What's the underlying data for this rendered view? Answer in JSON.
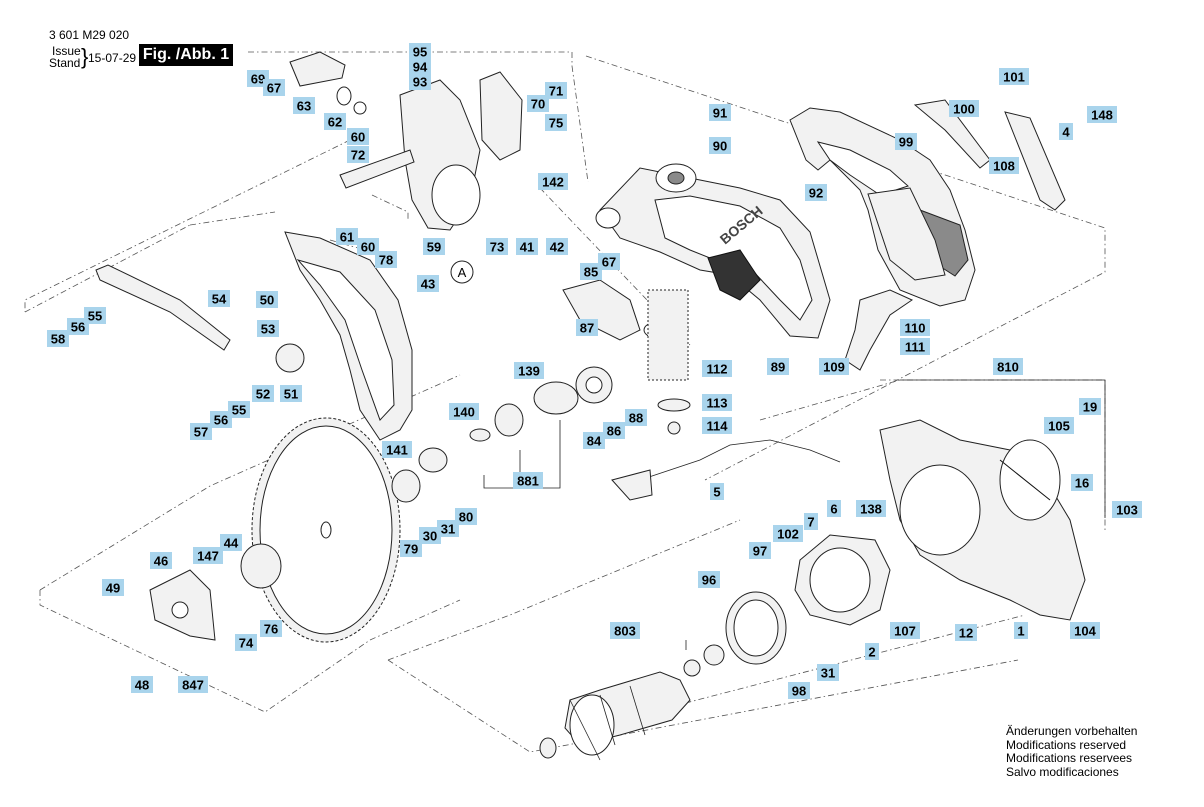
{
  "header": {
    "doc_number": "3 601 M29 020",
    "issue_label": "Issue",
    "stand_label": "Stand",
    "issue_date": "15-07-29",
    "figure_label": "Fig. /Abb. 1"
  },
  "footer": {
    "notes": [
      "Änderungen vorbehalten",
      "Modifications reserved",
      "Modifications reservees",
      "Salvo modificaciones"
    ]
  },
  "detail_marker": "A",
  "brand_text": "BOSCH",
  "part_labels": [
    "95",
    "94",
    "93",
    "69",
    "67",
    "63",
    "62",
    "60",
    "72",
    "70",
    "71",
    "75",
    "91",
    "90",
    "101",
    "100",
    "148",
    "99",
    "4",
    "108",
    "142",
    "61",
    "60",
    "78",
    "59",
    "73",
    "41",
    "42",
    "85",
    "67",
    "43",
    "92",
    "58",
    "56",
    "55",
    "54",
    "53",
    "52",
    "51",
    "50",
    "87",
    "110",
    "111",
    "89",
    "109",
    "112",
    "88",
    "113",
    "114",
    "86",
    "84",
    "139",
    "140",
    "881",
    "141",
    "80",
    "79",
    "30",
    "31",
    "810",
    "105",
    "19",
    "16",
    "103",
    "5",
    "102",
    "7",
    "6",
    "138",
    "44",
    "147",
    "46",
    "49",
    "48",
    "847",
    "74",
    "76",
    "97",
    "96",
    "803",
    "98",
    "31",
    "2",
    "107",
    "12",
    "1",
    "104",
    "57",
    "56",
    "55"
  ]
}
